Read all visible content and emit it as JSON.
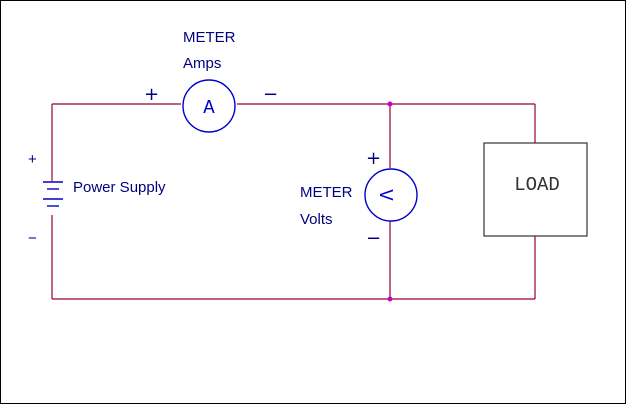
{
  "colors": {
    "wire": "#990033",
    "node": "#cc00cc",
    "text": "#000080",
    "component": "#0000cc",
    "load_border": "#333333",
    "frame": "#000000"
  },
  "ammeter": {
    "title": "METER",
    "subtitle": "Amps",
    "symbol": "A",
    "plus": "+",
    "minus": "−"
  },
  "voltmeter": {
    "title": "METER",
    "subtitle": "Volts",
    "symbol": "V",
    "plus": "+",
    "minus": "−"
  },
  "power_supply": {
    "label": "Power Supply",
    "plus": "+",
    "minus": "−"
  },
  "load": {
    "label": "LOAD"
  }
}
